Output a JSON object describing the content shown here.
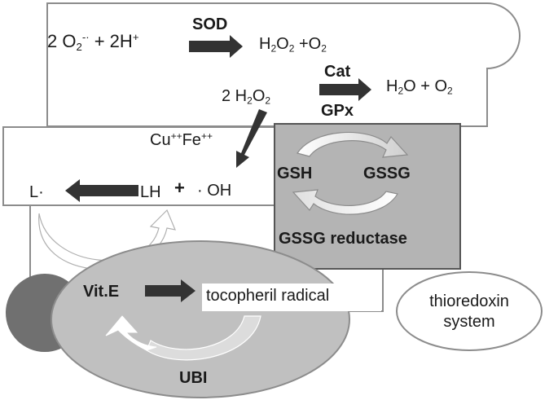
{
  "reaction1": {
    "left_coef": "2 O",
    "left_sub": "2",
    "left_sup": "-·",
    "left_plus": " + 2H",
    "left_plus_sup": "+",
    "enzyme": "SOD",
    "right_a": "H",
    "right_sub1": "2",
    "right_b": "O",
    "right_sub2": "2",
    "right_c": " +O",
    "right_sub3": "2"
  },
  "reaction2": {
    "left_a": "2 H",
    "left_sub1": "2",
    "left_b": "O",
    "left_sub2": "2",
    "enzyme_top": "Cat",
    "enzyme_bottom": "GPx",
    "right_a": "H",
    "right_sub1": "2",
    "right_b": "O + O",
    "right_sub2": "2"
  },
  "fenton": {
    "metal_a": "Cu",
    "metal_sup1": "++",
    "metal_b": "Fe",
    "metal_sup2": "++"
  },
  "lipid": {
    "radical": "L·",
    "lipid_h": "LH",
    "plus": "+",
    "hydroxyl": "· OH"
  },
  "glutathione": {
    "reduced": "GSH",
    "oxidized": "GSSG",
    "enzyme": "GSSG reductase"
  },
  "vitamin_e": {
    "name": "Vit.E",
    "radical": "tocopheril radical"
  },
  "ubiquinol": {
    "name": "UBI"
  },
  "thioredoxin": {
    "line1": "thioredoxin",
    "line2": "system"
  },
  "colors": {
    "outline": "#8c8c8c",
    "arrow_dark": "#333333",
    "gray_box": "#b4b4b4",
    "gray_ellipse": "#c0c0c0",
    "dark_circle": "#707070"
  }
}
